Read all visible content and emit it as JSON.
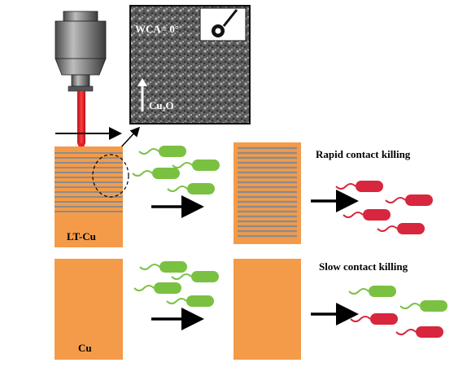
{
  "labels": {
    "sem_wca": "WCA= 0°",
    "sem_cu2o": "Cu₂O",
    "lt_cu": "LT-Cu",
    "cu": "Cu",
    "rapid": "Rapid contact killing",
    "slow": "Slow contact killing"
  },
  "colors": {
    "copper": "#f49b4a",
    "groove": "#8c8c8c",
    "laser": "#e41e25",
    "bacteria_live": "#7ac142",
    "bacteria_dead": "#d7263d",
    "flagella_live": "#7ac142",
    "flagella_dead": "#d7263d"
  },
  "icons": {
    "laser_head": "laser-nozzle-icon",
    "bacterium": "rod-bacterium-icon",
    "arrow": "right-arrow-icon",
    "droplet": "water-droplet-icon"
  }
}
